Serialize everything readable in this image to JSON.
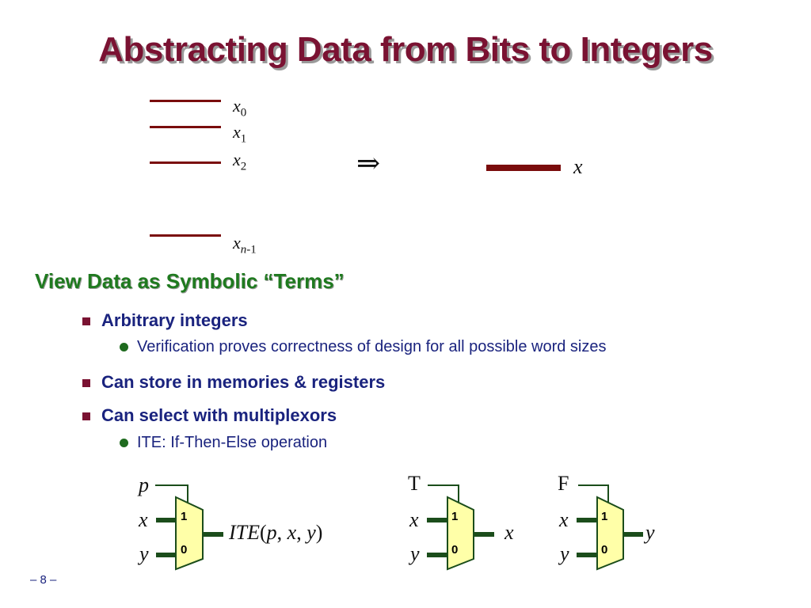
{
  "title": "Abstracting Data from Bits to Integers",
  "bits_diagram": {
    "bit_var": "x",
    "bit_subscripts": [
      "0",
      "1",
      "2"
    ],
    "last_subscript_var": "n",
    "last_subscript_rest": "-1",
    "arrow": "⇒",
    "word_label": "x"
  },
  "section_heading": "View Data as Symbolic “Terms”",
  "bullets": [
    {
      "text": "Arbitrary integers",
      "sub": [
        "Verification proves correctness of design for all possible word sizes"
      ]
    },
    {
      "text": "Can store in memories & registers",
      "sub": []
    },
    {
      "text": "Can select with multiplexors",
      "sub": [
        "ITE: If-Then-Else operation"
      ]
    }
  ],
  "muxes": [
    {
      "select": "p",
      "input_1": "x",
      "input_0": "y",
      "output_func": "ITE",
      "output_args": [
        "p",
        "x",
        "y"
      ],
      "pin_1": "1",
      "pin_0": "0"
    },
    {
      "select": "T",
      "input_1": "x",
      "input_0": "y",
      "output": "x",
      "pin_1": "1",
      "pin_0": "0"
    },
    {
      "select": "F",
      "input_1": "x",
      "input_0": "y",
      "output": "y",
      "pin_1": "1",
      "pin_0": "0"
    }
  ],
  "footer": "– 8 –",
  "colors": {
    "title": "#7a1232",
    "section": "#1f7a1f",
    "text": "#1a237e",
    "wire": "#7a0c0c",
    "mux_fill": "#ffffa8",
    "mux_wire": "#1b4d1b"
  }
}
